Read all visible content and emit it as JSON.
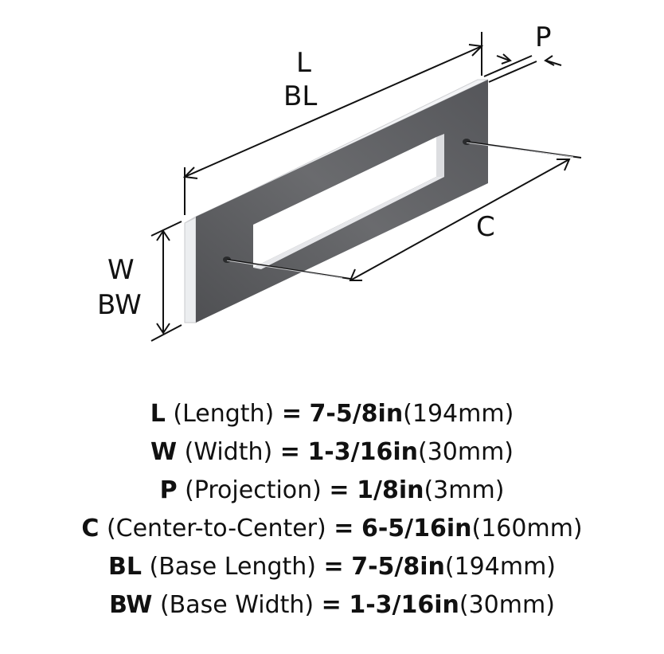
{
  "diagram": {
    "labels": {
      "length": "L",
      "base_length": "BL",
      "projection": "P",
      "center_to_center": "C",
      "width": "W",
      "base_width": "BW"
    },
    "colors": {
      "plate_face": "#5e5f62",
      "plate_edge": "#e9eaec",
      "line": "#111111",
      "bar": "#c9cacc"
    }
  },
  "specs": [
    {
      "abbr": "L",
      "name": "(Length)",
      "eq": "=",
      "value": "7-5/8in",
      "metric": "(194mm)"
    },
    {
      "abbr": "W",
      "name": "(Width)",
      "eq": "=",
      "value": "1-3/16in",
      "metric": "(30mm)"
    },
    {
      "abbr": "P",
      "name": "(Projection)",
      "eq": "=",
      "value": "1/8in",
      "metric": "(3mm)"
    },
    {
      "abbr": "C",
      "name": "(Center-to-Center)",
      "eq": "=",
      "value": "6-5/16in",
      "metric": "(160mm)"
    },
    {
      "abbr": "BL",
      "name": "(Base Length)",
      "eq": "=",
      "value": "7-5/8in",
      "metric": "(194mm)"
    },
    {
      "abbr": "BW",
      "name": "(Base Width)",
      "eq": "=",
      "value": "1-3/16in",
      "metric": "(30mm)"
    }
  ]
}
